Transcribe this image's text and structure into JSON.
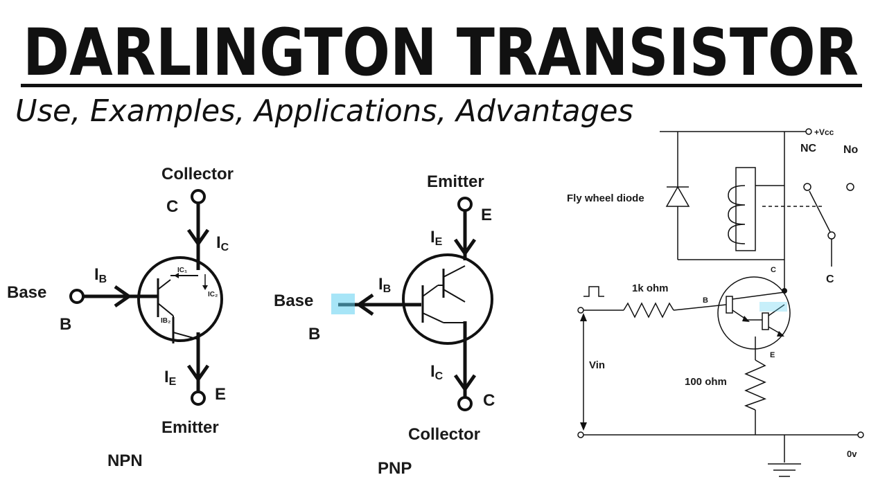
{
  "header": {
    "title": "DARLINGTON TRANSISTOR",
    "subtitle": "Use, Examples, Applications, Advantages"
  },
  "npn": {
    "caption": "NPN",
    "collector_label": "Collector",
    "collector_letter": "C",
    "emitter_label": "Emitter",
    "emitter_letter": "E",
    "base_label": "Base",
    "base_letter": "B",
    "ic_main": "I",
    "ic_sub": "C",
    "ib_main": "I",
    "ib_sub": "B",
    "ie_main": "I",
    "ie_sub": "E",
    "ic1": "IC₁",
    "ic2": "IC₂",
    "ib2": "IB₂"
  },
  "pnp": {
    "caption": "PNP",
    "emitter_label": "Emitter",
    "emitter_letter": "E",
    "collector_label": "Collector",
    "collector_letter": "C",
    "base_label": "Base",
    "base_letter": "B",
    "ie_main": "I",
    "ie_sub": "E",
    "ib_main": "I",
    "ib_sub": "B",
    "ic_main": "I",
    "ic_sub": "C"
  },
  "relay_circuit": {
    "vcc_label": "+Vcc",
    "nc_label": "NC",
    "no_label": "No",
    "diode_label": "Fly wheel diode",
    "common_label": "C",
    "collector_pin": "C",
    "base_pin": "B",
    "emitter_pin": "E",
    "base_resistor": "1k ohm",
    "emitter_resistor": "100 ohm",
    "input_label": "Vin",
    "ground_label": "0v"
  },
  "colors": {
    "ink": "#111111",
    "highlight": "#5fd0f0"
  }
}
